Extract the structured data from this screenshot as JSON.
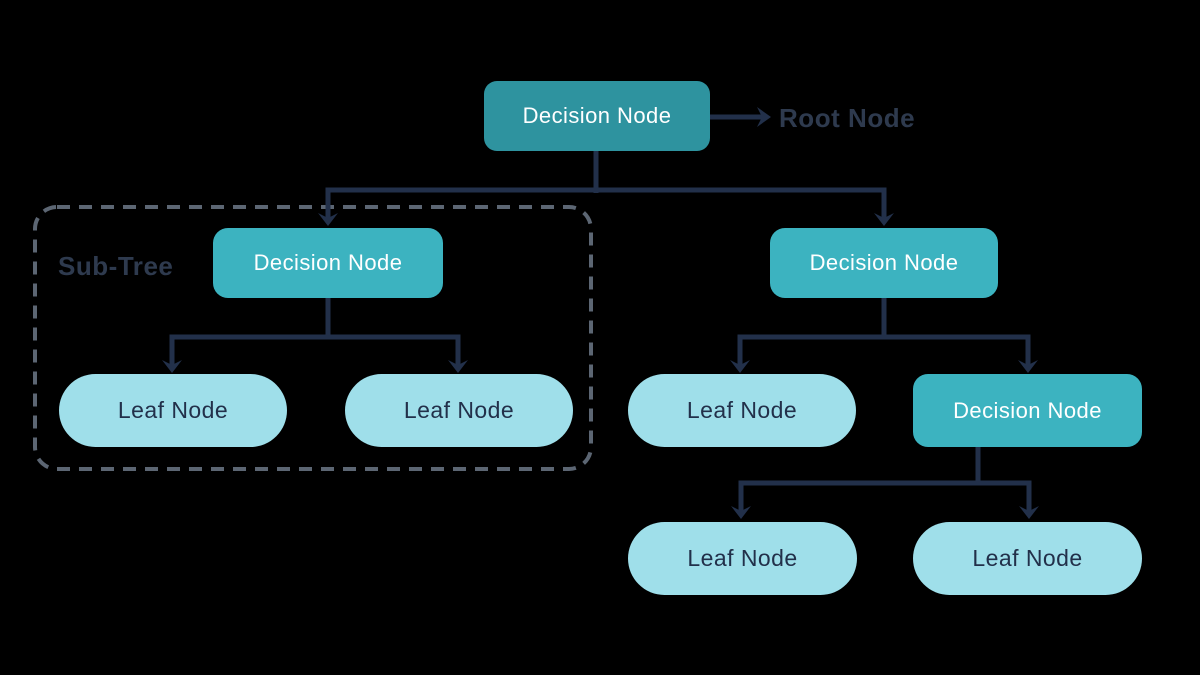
{
  "diagram_type": "decision-tree",
  "annotations": {
    "root_pointer_label": "Root Node",
    "subtree_label": "Sub-Tree"
  },
  "tree": {
    "label": "Decision Node",
    "type": "decision",
    "annotation": "Root Node",
    "children": [
      {
        "label": "Decision Node",
        "type": "decision",
        "group": "Sub-Tree",
        "children": [
          {
            "label": "Leaf Node",
            "type": "leaf"
          },
          {
            "label": "Leaf Node",
            "type": "leaf"
          }
        ]
      },
      {
        "label": "Decision Node",
        "type": "decision",
        "children": [
          {
            "label": "Leaf Node",
            "type": "leaf"
          },
          {
            "label": "Decision Node",
            "type": "decision",
            "children": [
              {
                "label": "Leaf Node",
                "type": "leaf"
              },
              {
                "label": "Leaf Node",
                "type": "leaf"
              }
            ]
          }
        ]
      }
    ]
  },
  "colors": {
    "background": "#000000",
    "root_node_fill": "#2e939f",
    "decision_node_fill": "#3cb3c0",
    "leaf_node_fill": "#9fdfea",
    "connector": "#22304a",
    "node_text_light": "#ffffff",
    "node_text_dark": "#22304a",
    "annotation_text": "#2e3a4e",
    "subtree_border": "#5c6673"
  }
}
